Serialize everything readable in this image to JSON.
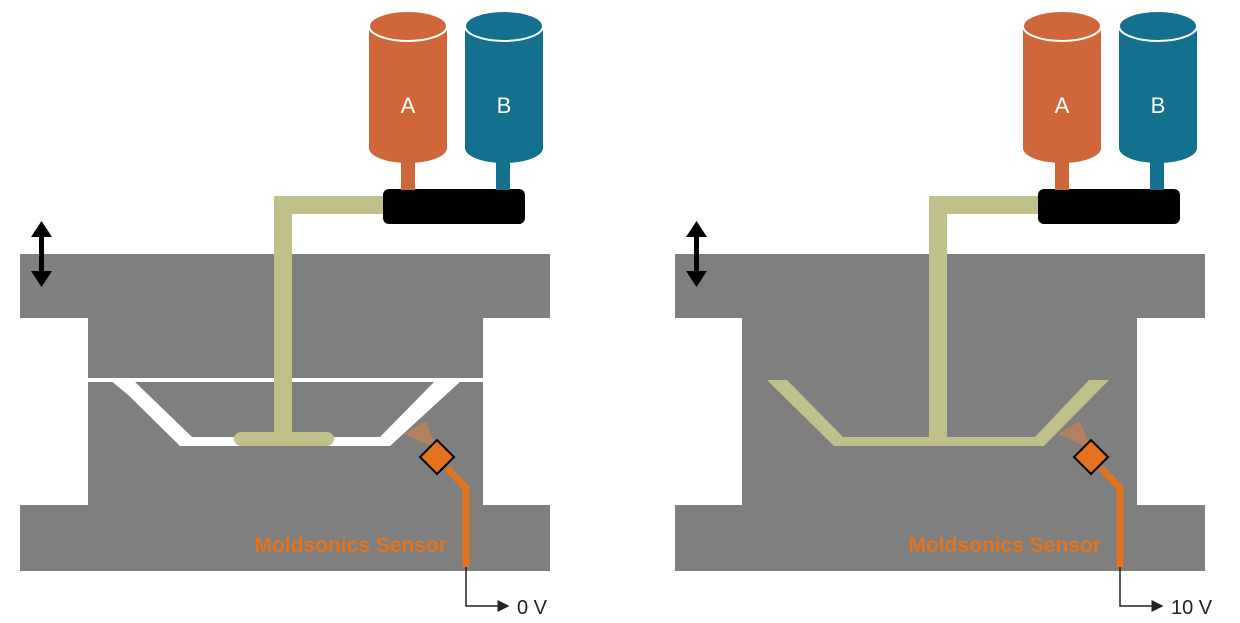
{
  "diagram": {
    "panels": [
      {
        "id": "empty-mold",
        "tank_a_label": "A",
        "tank_b_label": "B",
        "sensor_label": "Moldsonics Sensor",
        "output_label": "0 V"
      },
      {
        "id": "filled-mold",
        "tank_a_label": "A",
        "tank_b_label": "B",
        "sensor_label": "Moldsonics Sensor",
        "output_label": "10 V"
      }
    ],
    "colors": {
      "mold": "#7f7f7f",
      "tank_a": "#d0673a",
      "tank_b": "#13718f",
      "pipe_and_part": "#c0c08a",
      "mixer": "#000000",
      "sensor": "#e3741d",
      "cavity_empty": "#ffffff"
    }
  }
}
